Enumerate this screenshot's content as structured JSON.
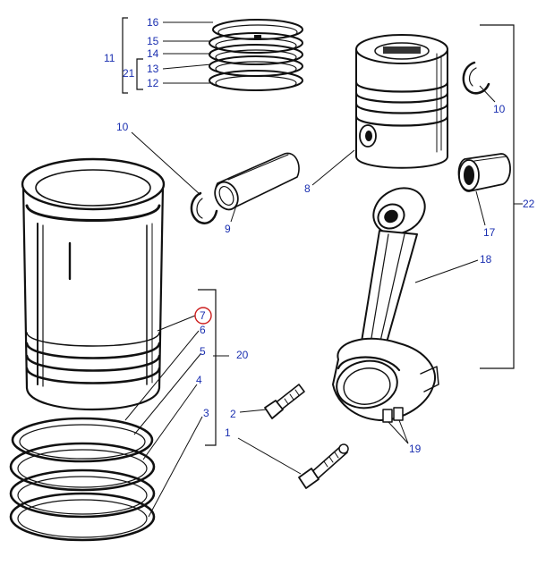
{
  "part_labels": {
    "p1": "1",
    "p2": "2",
    "p3": "3",
    "p4": "4",
    "p5": "5",
    "p6": "6",
    "p7": "7",
    "p8": "8",
    "p9": "9",
    "p10_left": "10",
    "p10_right": "10",
    "p11": "11",
    "p12": "12",
    "p13": "13",
    "p14": "14",
    "p15": "15",
    "p16": "16",
    "p17": "17",
    "p18": "18",
    "p19": "19",
    "p20": "20",
    "p21": "21",
    "p22": "22"
  },
  "highlighted_part": "7",
  "colors": {
    "label": "#1a2fb0",
    "highlight": "#cc1e1e",
    "ink": "#111111"
  }
}
